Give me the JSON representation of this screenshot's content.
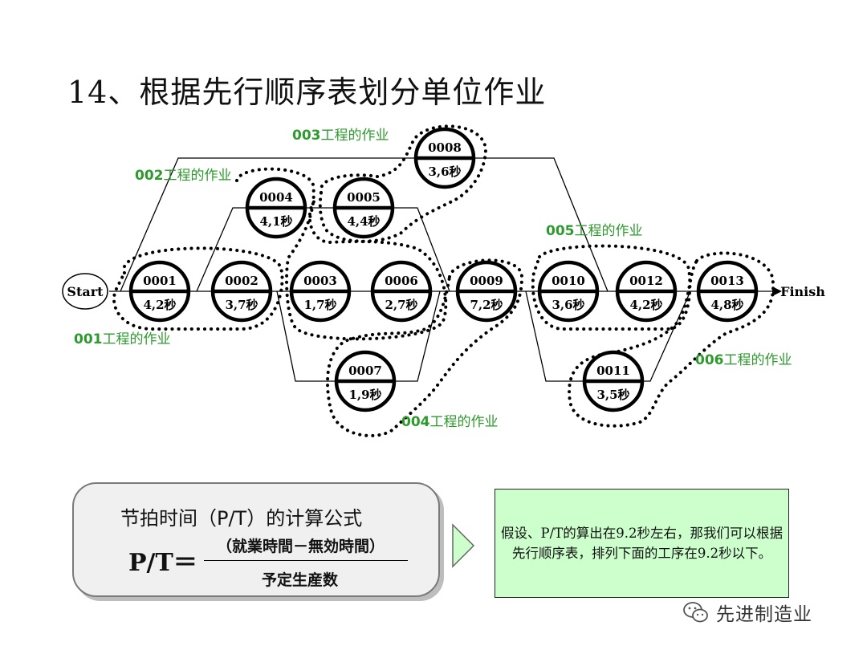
{
  "title": "14、根据先行顺序表划分单位作业",
  "start_label": "Start",
  "finish_label": "Finish",
  "nodes": [
    {
      "id": "0001",
      "time": "4,2秒"
    },
    {
      "id": "0002",
      "time": "3,7秒"
    },
    {
      "id": "0003",
      "time": "1,7秒"
    },
    {
      "id": "0006",
      "time": "2,7秒"
    },
    {
      "id": "0009",
      "time": "7,2秒"
    },
    {
      "id": "0010",
      "time": "3,6秒"
    },
    {
      "id": "0012",
      "time": "4,2秒"
    },
    {
      "id": "0013",
      "time": "4,8秒"
    },
    {
      "id": "0004",
      "time": "4,1秒"
    },
    {
      "id": "0005",
      "time": "4,4秒"
    },
    {
      "id": "0008",
      "time": "3,6秒"
    },
    {
      "id": "0007",
      "time": "1,9秒"
    },
    {
      "id": "0011",
      "time": "3,5秒"
    }
  ],
  "groups": [
    {
      "num": "001",
      "text": "工程的作业"
    },
    {
      "num": "002",
      "text": "工程的作业"
    },
    {
      "num": "003",
      "text": "工程的作业"
    },
    {
      "num": "004",
      "text": "工程的作业"
    },
    {
      "num": "005",
      "text": "工程的作业"
    },
    {
      "num": "006",
      "text": "工程的作业"
    }
  ],
  "formula": {
    "heading": "节拍时间（P/T）的计算公式",
    "lhs": "P/T＝",
    "numerator": "（就業時間－無効時間）",
    "denominator": "予定生産数"
  },
  "note": "假设、P/T的算出在9.2秒左右，那我们可以根据先行顺序表，排列下面的工序在9.2秒以下。",
  "watermark": "先进制造业",
  "colors": {
    "group_label": "#2e9a2e",
    "note_bg": "#ccffcc",
    "formula_bg": "#f0f0f0"
  }
}
